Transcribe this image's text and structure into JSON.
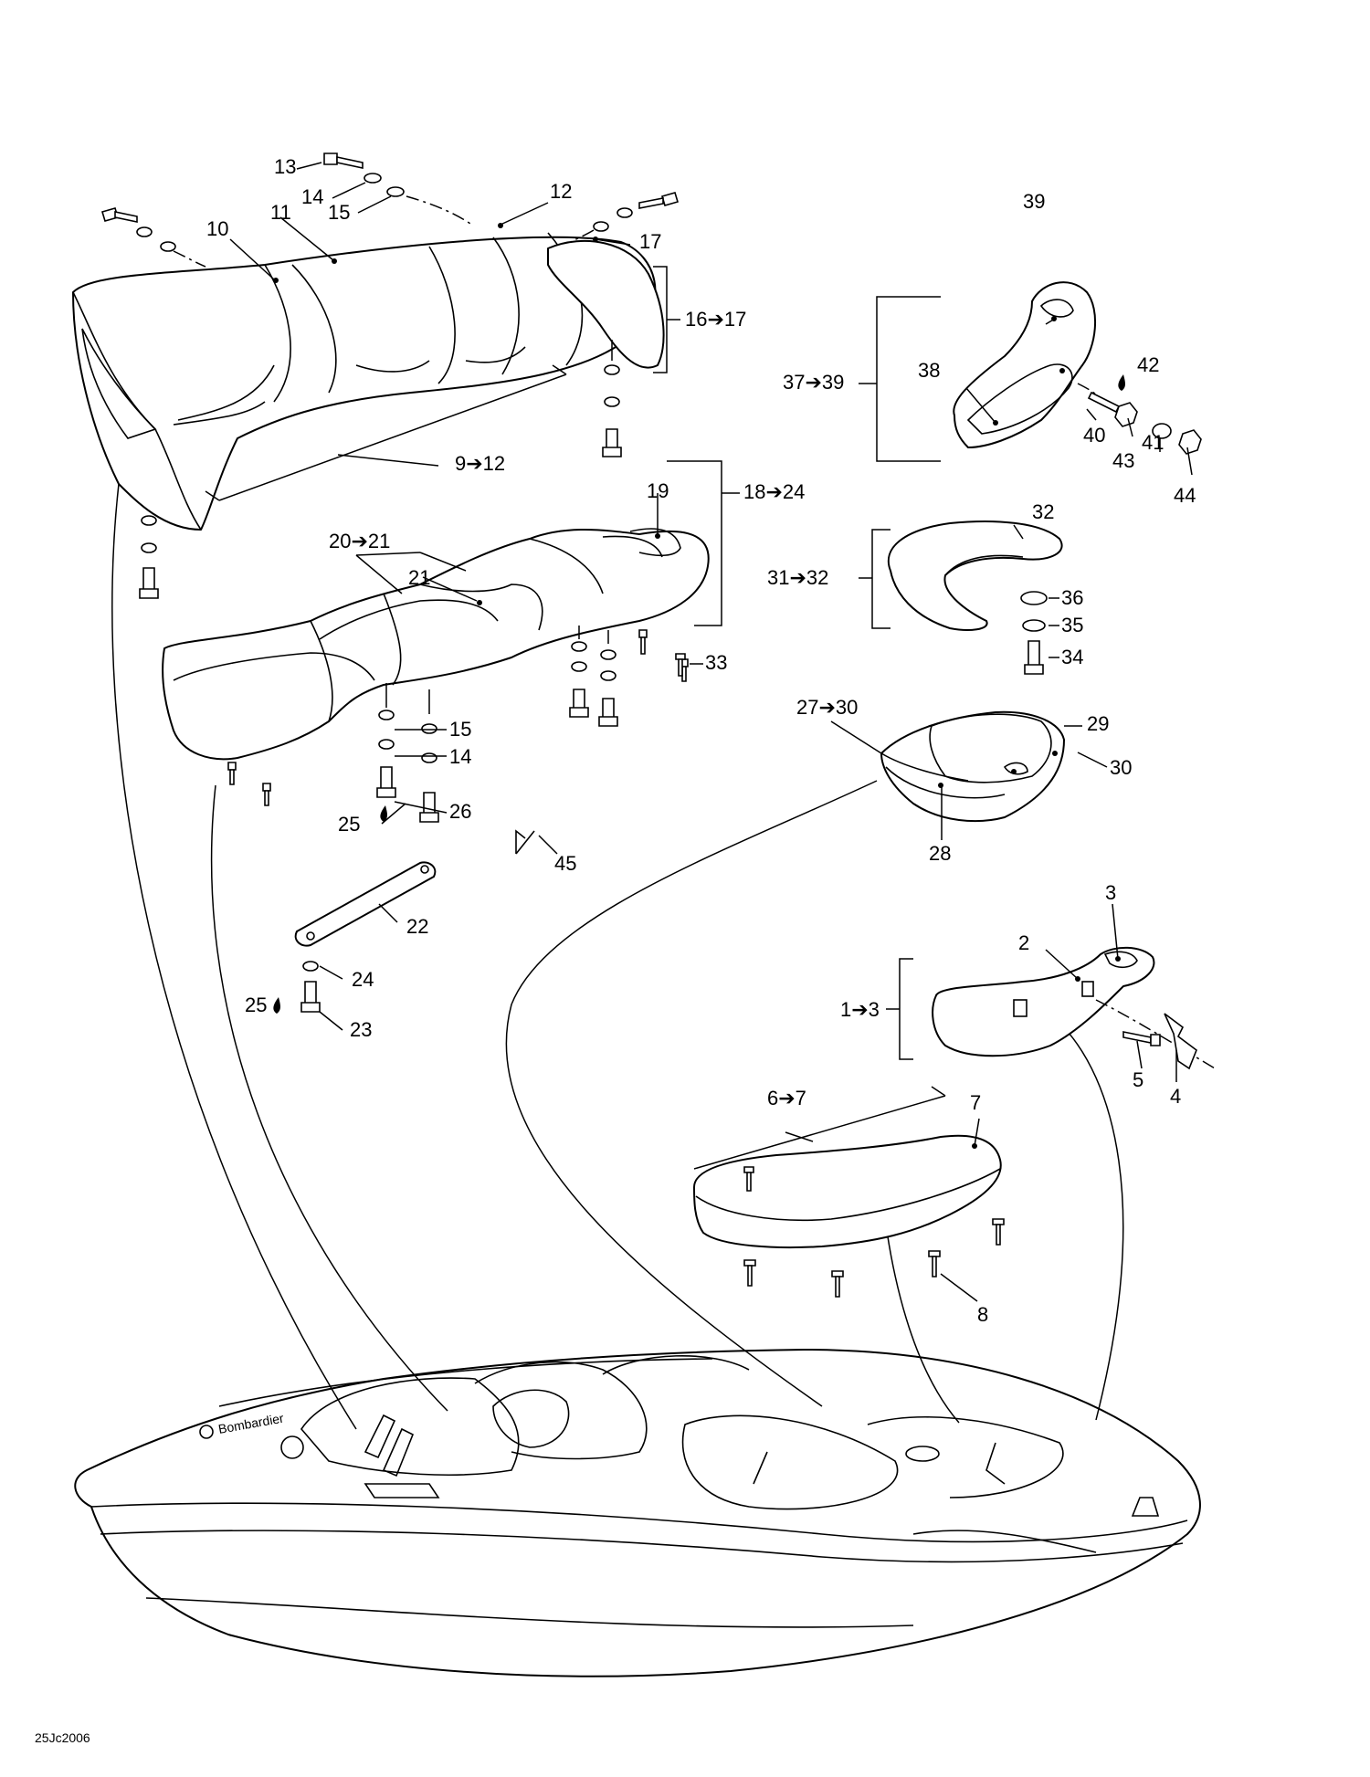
{
  "diagram": {
    "code": "25Jc2006",
    "callouts": {
      "c1_3": "1➔3",
      "c2": "2",
      "c3": "3",
      "c4": "4",
      "c5": "5",
      "c6_7": "6➔7",
      "c7": "7",
      "c8": "8",
      "c9_12": "9➔12",
      "c10": "10",
      "c11": "11",
      "c12": "12",
      "c13": "13",
      "c14a": "14",
      "c15a": "15",
      "c14b": "14",
      "c15b": "15",
      "c16_17": "16➔17",
      "c17": "17",
      "c18_24": "18➔24",
      "c19": "19",
      "c20_21": "20➔21",
      "c21": "21",
      "c22": "22",
      "c23": "23",
      "c24": "24",
      "c25a": "25",
      "c25b": "25",
      "c26": "26",
      "c27_30": "27➔30",
      "c28": "28",
      "c29": "29",
      "c30": "30",
      "c31_32": "31➔32",
      "c32": "32",
      "c33": "33",
      "c34": "34",
      "c35": "35",
      "c36": "36",
      "c37_39": "37➔39",
      "c38": "38",
      "c39": "39",
      "c40": "40",
      "c41": "41",
      "c42": "42",
      "c43": "43",
      "c44": "44",
      "c45": "45"
    },
    "hull_brand": "Bombardier"
  }
}
